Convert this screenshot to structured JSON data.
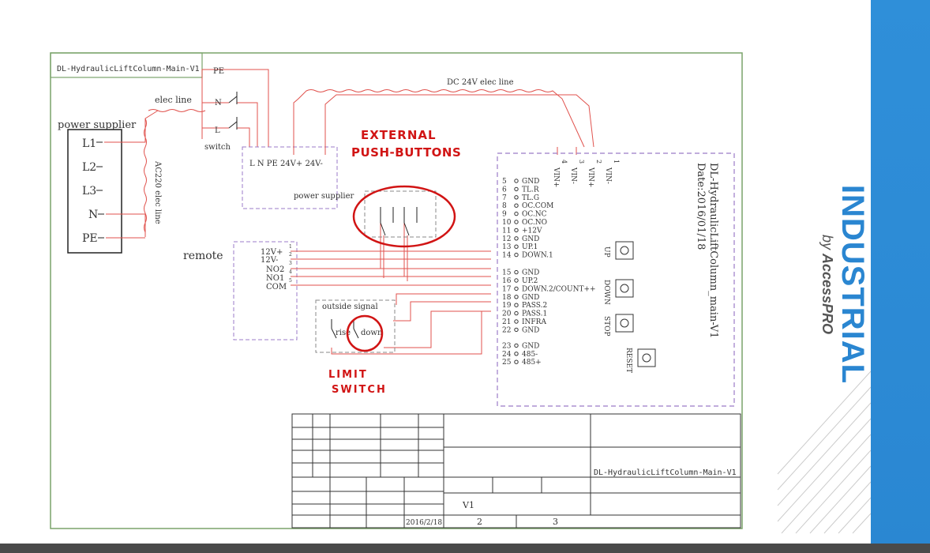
{
  "title_block": {
    "header": "DL-HydraulicLiftColumn-Main-V1",
    "drawing_name": "DL-HydraulicLiftColumn-Main-V1",
    "version": "V1",
    "date": "2016/2/18",
    "sheet": "2",
    "sheets": "3"
  },
  "supply": {
    "label": "power supplier",
    "terminals": [
      "L1",
      "L2",
      "L3",
      "N",
      "PE"
    ],
    "cable": "AC220 elec line",
    "elec_line": "elec line",
    "pe": "PE",
    "n": "N",
    "l": "L",
    "switch": "switch"
  },
  "psu": {
    "label": "power supplier",
    "terms": "L N PE 24V+ 24V-",
    "dc_line": "DC 24V elec line"
  },
  "remote": {
    "label": "remote",
    "pins": [
      "12V+",
      "12V-",
      "NO2",
      "NO1",
      "COM"
    ],
    "pin_nums": [
      "1",
      "2",
      "3",
      "4",
      "5"
    ]
  },
  "outside": {
    "label": "outside signal",
    "rise": "rise",
    "down": "down"
  },
  "controller": {
    "title": "DL-HydraulicLiftColumn_main-V1",
    "date": "Date:2016/01/18",
    "vin_labels": [
      "VIN+",
      "VIN-",
      "VIN+",
      "VIN-"
    ],
    "vin_nums": [
      "4",
      "3",
      "2",
      "1"
    ],
    "pins": [
      {
        "n": "5",
        "l": "GND"
      },
      {
        "n": "6",
        "l": "TL.R"
      },
      {
        "n": "7",
        "l": "TL.G"
      },
      {
        "n": "8",
        "l": "OC.COM"
      },
      {
        "n": "9",
        "l": "OC.NC"
      },
      {
        "n": "10",
        "l": "OC.NO"
      },
      {
        "n": "11",
        "l": "+12V"
      },
      {
        "n": "12",
        "l": "GND"
      },
      {
        "n": "13",
        "l": "UP.1"
      },
      {
        "n": "14",
        "l": "DOWN.1"
      },
      {
        "n": "15",
        "l": "GND"
      },
      {
        "n": "16",
        "l": "UP.2"
      },
      {
        "n": "17",
        "l": "DOWN.2/COUNT++"
      },
      {
        "n": "18",
        "l": "GND"
      },
      {
        "n": "19",
        "l": "PASS.2"
      },
      {
        "n": "20",
        "l": "PASS.1"
      },
      {
        "n": "21",
        "l": "INFRA"
      },
      {
        "n": "22",
        "l": "GND"
      },
      {
        "n": "23",
        "l": "GND"
      },
      {
        "n": "24",
        "l": "485-"
      },
      {
        "n": "25",
        "l": "485+"
      }
    ],
    "buttons": {
      "up": "UP",
      "down": "DOWN",
      "stop": "STOP",
      "reset": "RESET"
    }
  },
  "annotations": {
    "push_line1": "EXTERNAL",
    "push_line2": "PUSH-BUTTONS",
    "limit_line1": "LIMIT",
    "limit_line2": "SWITCH"
  },
  "logo": {
    "main": "INDUSTRIAL",
    "by": "by",
    "brand_a": "Access",
    "brand_b": "PRO"
  },
  "colors": {
    "frame": "#7aa36a",
    "wire": "#e0524d",
    "dashed_box": "#9b7bc8",
    "annotation": "#d11414",
    "sidebar": "#2a87d2"
  }
}
